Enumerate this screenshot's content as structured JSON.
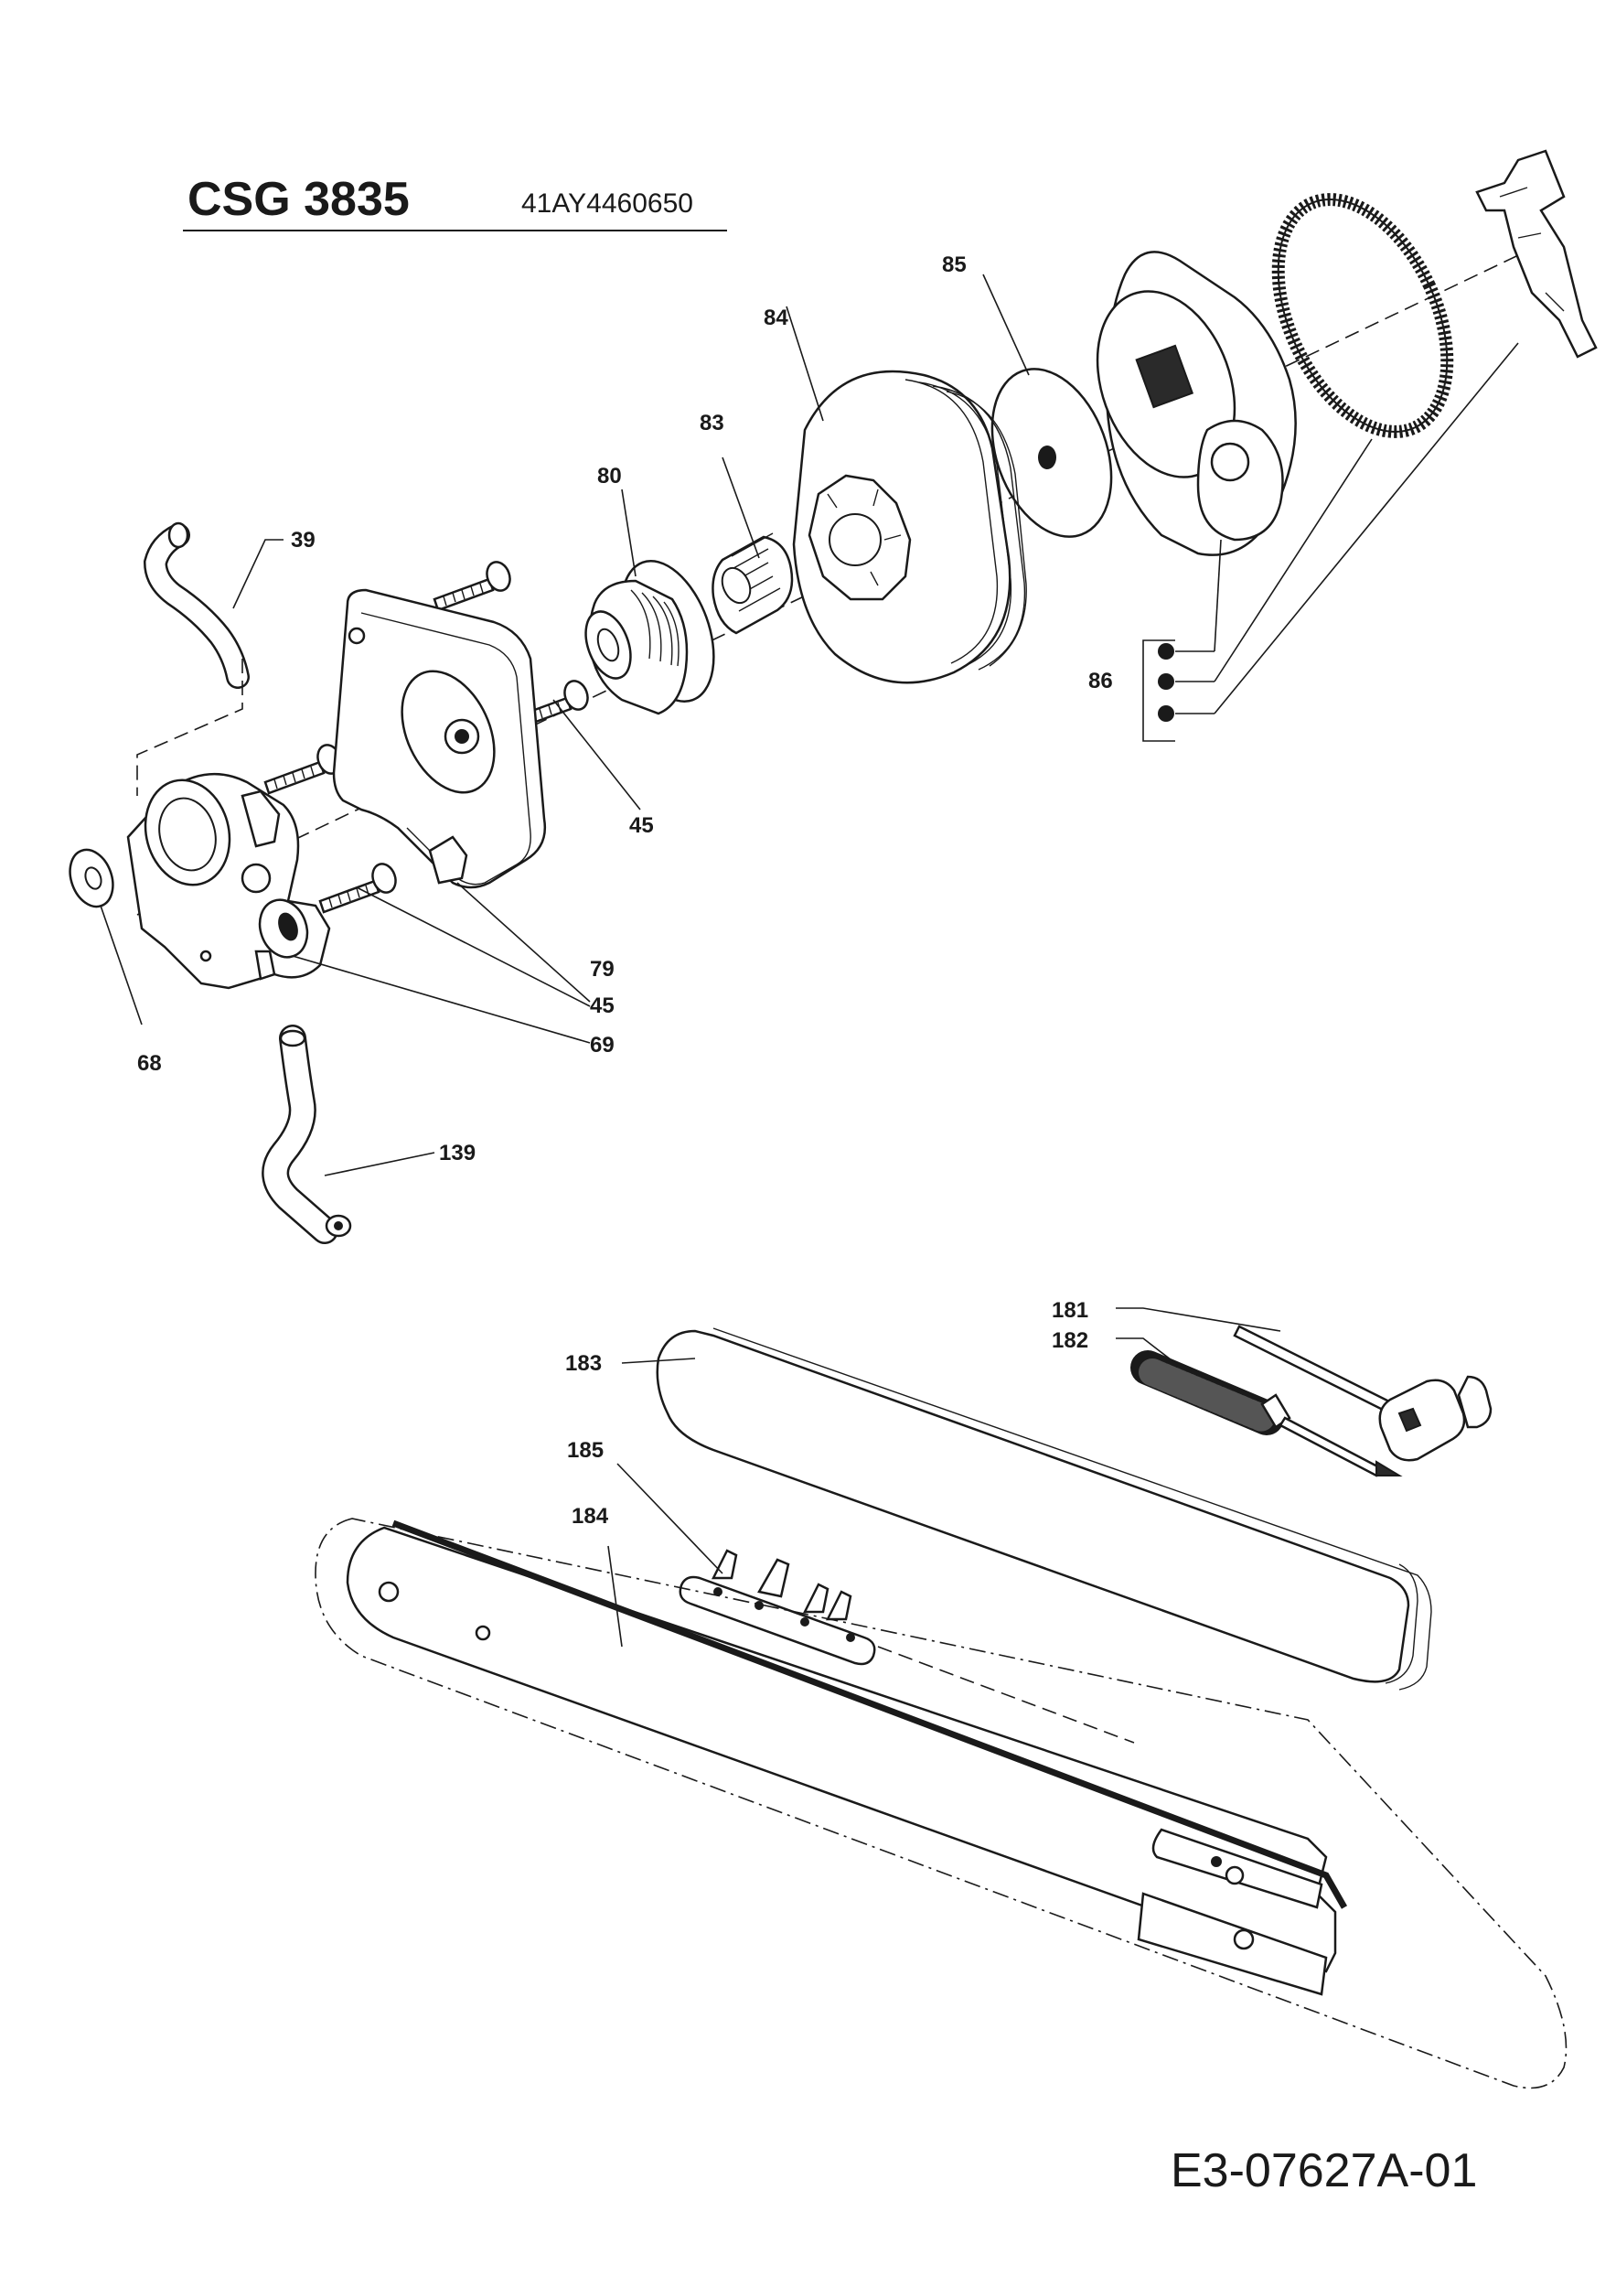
{
  "header": {
    "model": "CSG 3835",
    "part_number": "41AY4460650"
  },
  "footer": {
    "drawing_id": "E3-07627A-01"
  },
  "callouts": {
    "c39": "39",
    "c45a": "45",
    "c45b": "45",
    "c68": "68",
    "c69": "69",
    "c79": "79",
    "c80": "80",
    "c83": "83",
    "c84": "84",
    "c85": "85",
    "c86": "86",
    "c139": "139",
    "c181": "181",
    "c182": "182",
    "c183": "183",
    "c184": "184",
    "c185": "185"
  }
}
